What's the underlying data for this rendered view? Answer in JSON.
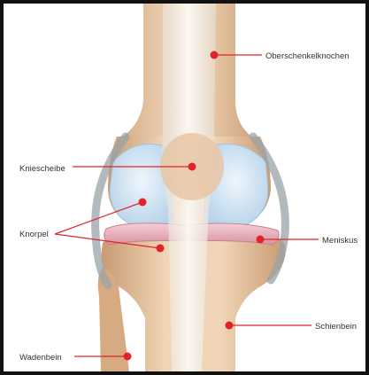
{
  "labels": {
    "femur": "Oberschenkelknochen",
    "patella": "Kniescheibe",
    "cartilage": "Knorpel",
    "meniscus": "Meniskus",
    "tibia": "Schienbein",
    "fibula": "Wadenbein"
  },
  "colors": {
    "bone": "#e9c7a2",
    "bone_shadow": "#c99b70",
    "cartilage": "#cfe4f4",
    "meniscus": "#e9b7c4",
    "ligament": "#f3efe9",
    "marker": "#e1242a",
    "line": "#e1242a",
    "outline": "#9aa3a8"
  }
}
